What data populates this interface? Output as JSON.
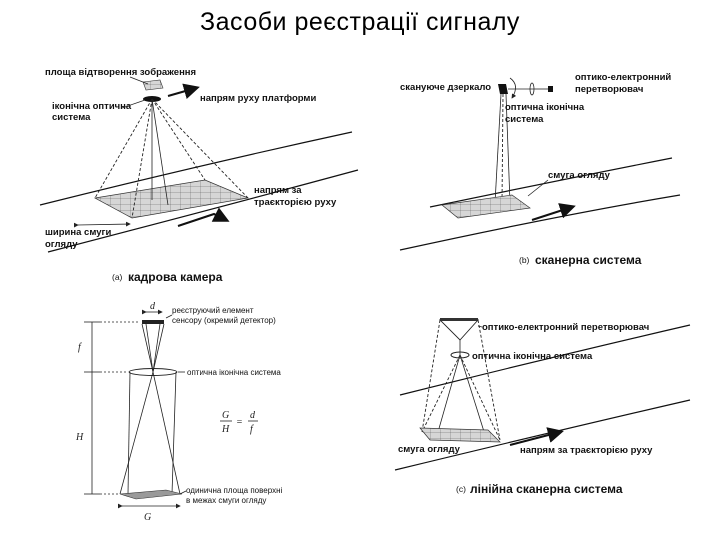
{
  "title": "Засоби реєстрації сигналу",
  "panel_a": {
    "label_image_plane": "площа відтворення зображення",
    "label_optics_1": "іконічна оптична",
    "label_optics_2": "система",
    "label_platform_motion": "напрям руху платформи",
    "label_track_1": "напрям за",
    "label_track_2": "траєкторією руху",
    "label_swath_1": "ширина смуги",
    "label_swath_2": "огляду",
    "caption_letter": "(a)",
    "caption": "кадрова камера"
  },
  "panel_b": {
    "label_mirror": "скануюче дзеркало",
    "label_converter_1": "оптико-електронний",
    "label_converter_2": "перетворювач",
    "label_optics_1": "оптична іконічна",
    "label_optics_2": "система",
    "label_swath": "смуга огляду",
    "caption_letter": "(b)",
    "caption": "сканерна система"
  },
  "panel_d": {
    "sym_d": "d",
    "sym_f": "f",
    "sym_H": "H",
    "sym_G": "G",
    "label_detector_1": "реєструючий елемент",
    "label_detector_2": "сенсору (окремий детектор)",
    "label_optics": "оптична іконічна система",
    "formula_num_left": "G",
    "formula_den_left": "H",
    "formula_eq": "=",
    "formula_num_right": "d",
    "formula_den_right": "f",
    "label_ground_1": "одинична площа поверхні",
    "label_ground_2": "в межах смуги огляду"
  },
  "panel_c": {
    "label_converter": "оптико-електронний перетворювач",
    "label_optics": "оптична іконічна система",
    "label_swath": "смуга огляду",
    "label_track": "напрям за траєкторією руху",
    "caption_letter": "(c)",
    "caption": "лінійна сканерна система"
  }
}
